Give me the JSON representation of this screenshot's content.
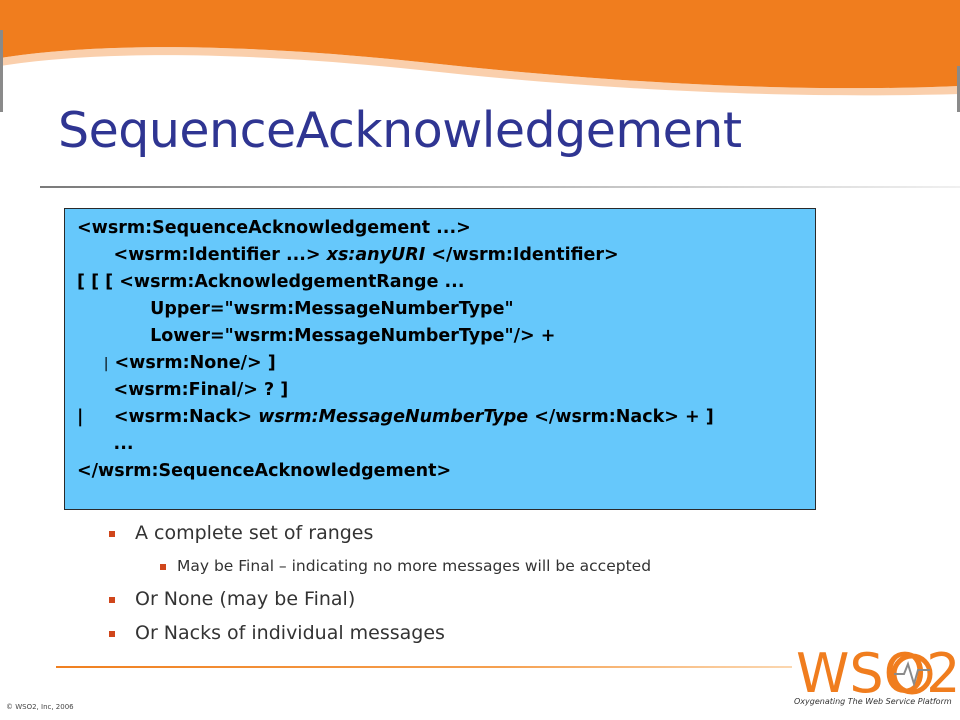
{
  "slide": {
    "title": "SequenceAcknowledgement",
    "code_lines": [
      {
        "segments": [
          {
            "text": "<wsrm:SequenceAcknowledgement ...>"
          }
        ]
      },
      {
        "segments": [
          {
            "text": "      <wsrm:Identifier ...> "
          },
          {
            "text": "xs:anyURI",
            "italic": true
          },
          {
            "text": " </wsrm:Identifier>"
          }
        ]
      },
      {
        "segments": [
          {
            "text": "[ [ [ <wsrm:AcknowledgementRange ..."
          }
        ]
      },
      {
        "segments": [
          {
            "text": "            Upper=\"wsrm:MessageNumberType\""
          }
        ]
      },
      {
        "segments": [
          {
            "text": "            Lower=\"wsrm:MessageNumberType\"/> +"
          }
        ]
      },
      {
        "segments": [
          {
            "text": "      ",
            "thin": true
          },
          {
            "text": "|",
            "thin": true
          },
          {
            "text": " <wsrm:None/> ]"
          }
        ]
      },
      {
        "segments": [
          {
            "text": "      <wsrm:Final/> ? ]"
          }
        ]
      },
      {
        "segments": [
          {
            "text": "|     <wsrm:Nack> "
          },
          {
            "text": "wsrm:MessageNumberType",
            "italic": true
          },
          {
            "text": " </wsrm:Nack> + ]"
          }
        ]
      },
      {
        "segments": [
          {
            "text": "      ..."
          }
        ]
      },
      {
        "segments": [
          {
            "text": "</wsrm:SequenceAcknowledgement>"
          }
        ]
      }
    ],
    "bullets": [
      {
        "level": 1,
        "text": "A complete set of ranges"
      },
      {
        "level": 2,
        "text": "May be Final – indicating no more messages will be accepted"
      },
      {
        "level": 1,
        "text": "Or None (may be Final)"
      },
      {
        "level": 1,
        "text": "Or Nacks of individual messages"
      }
    ]
  },
  "footer": {
    "copyright": "© WSO2, Inc, 2006",
    "logo_text": "WSO2",
    "tagline": "Oxygenating The Web Service Platform"
  },
  "colors": {
    "banner_orange": "#f07d1e",
    "title_blue": "#2f3592",
    "code_box_bg": "#66c8fb",
    "bullet_red": "#d0461b"
  }
}
